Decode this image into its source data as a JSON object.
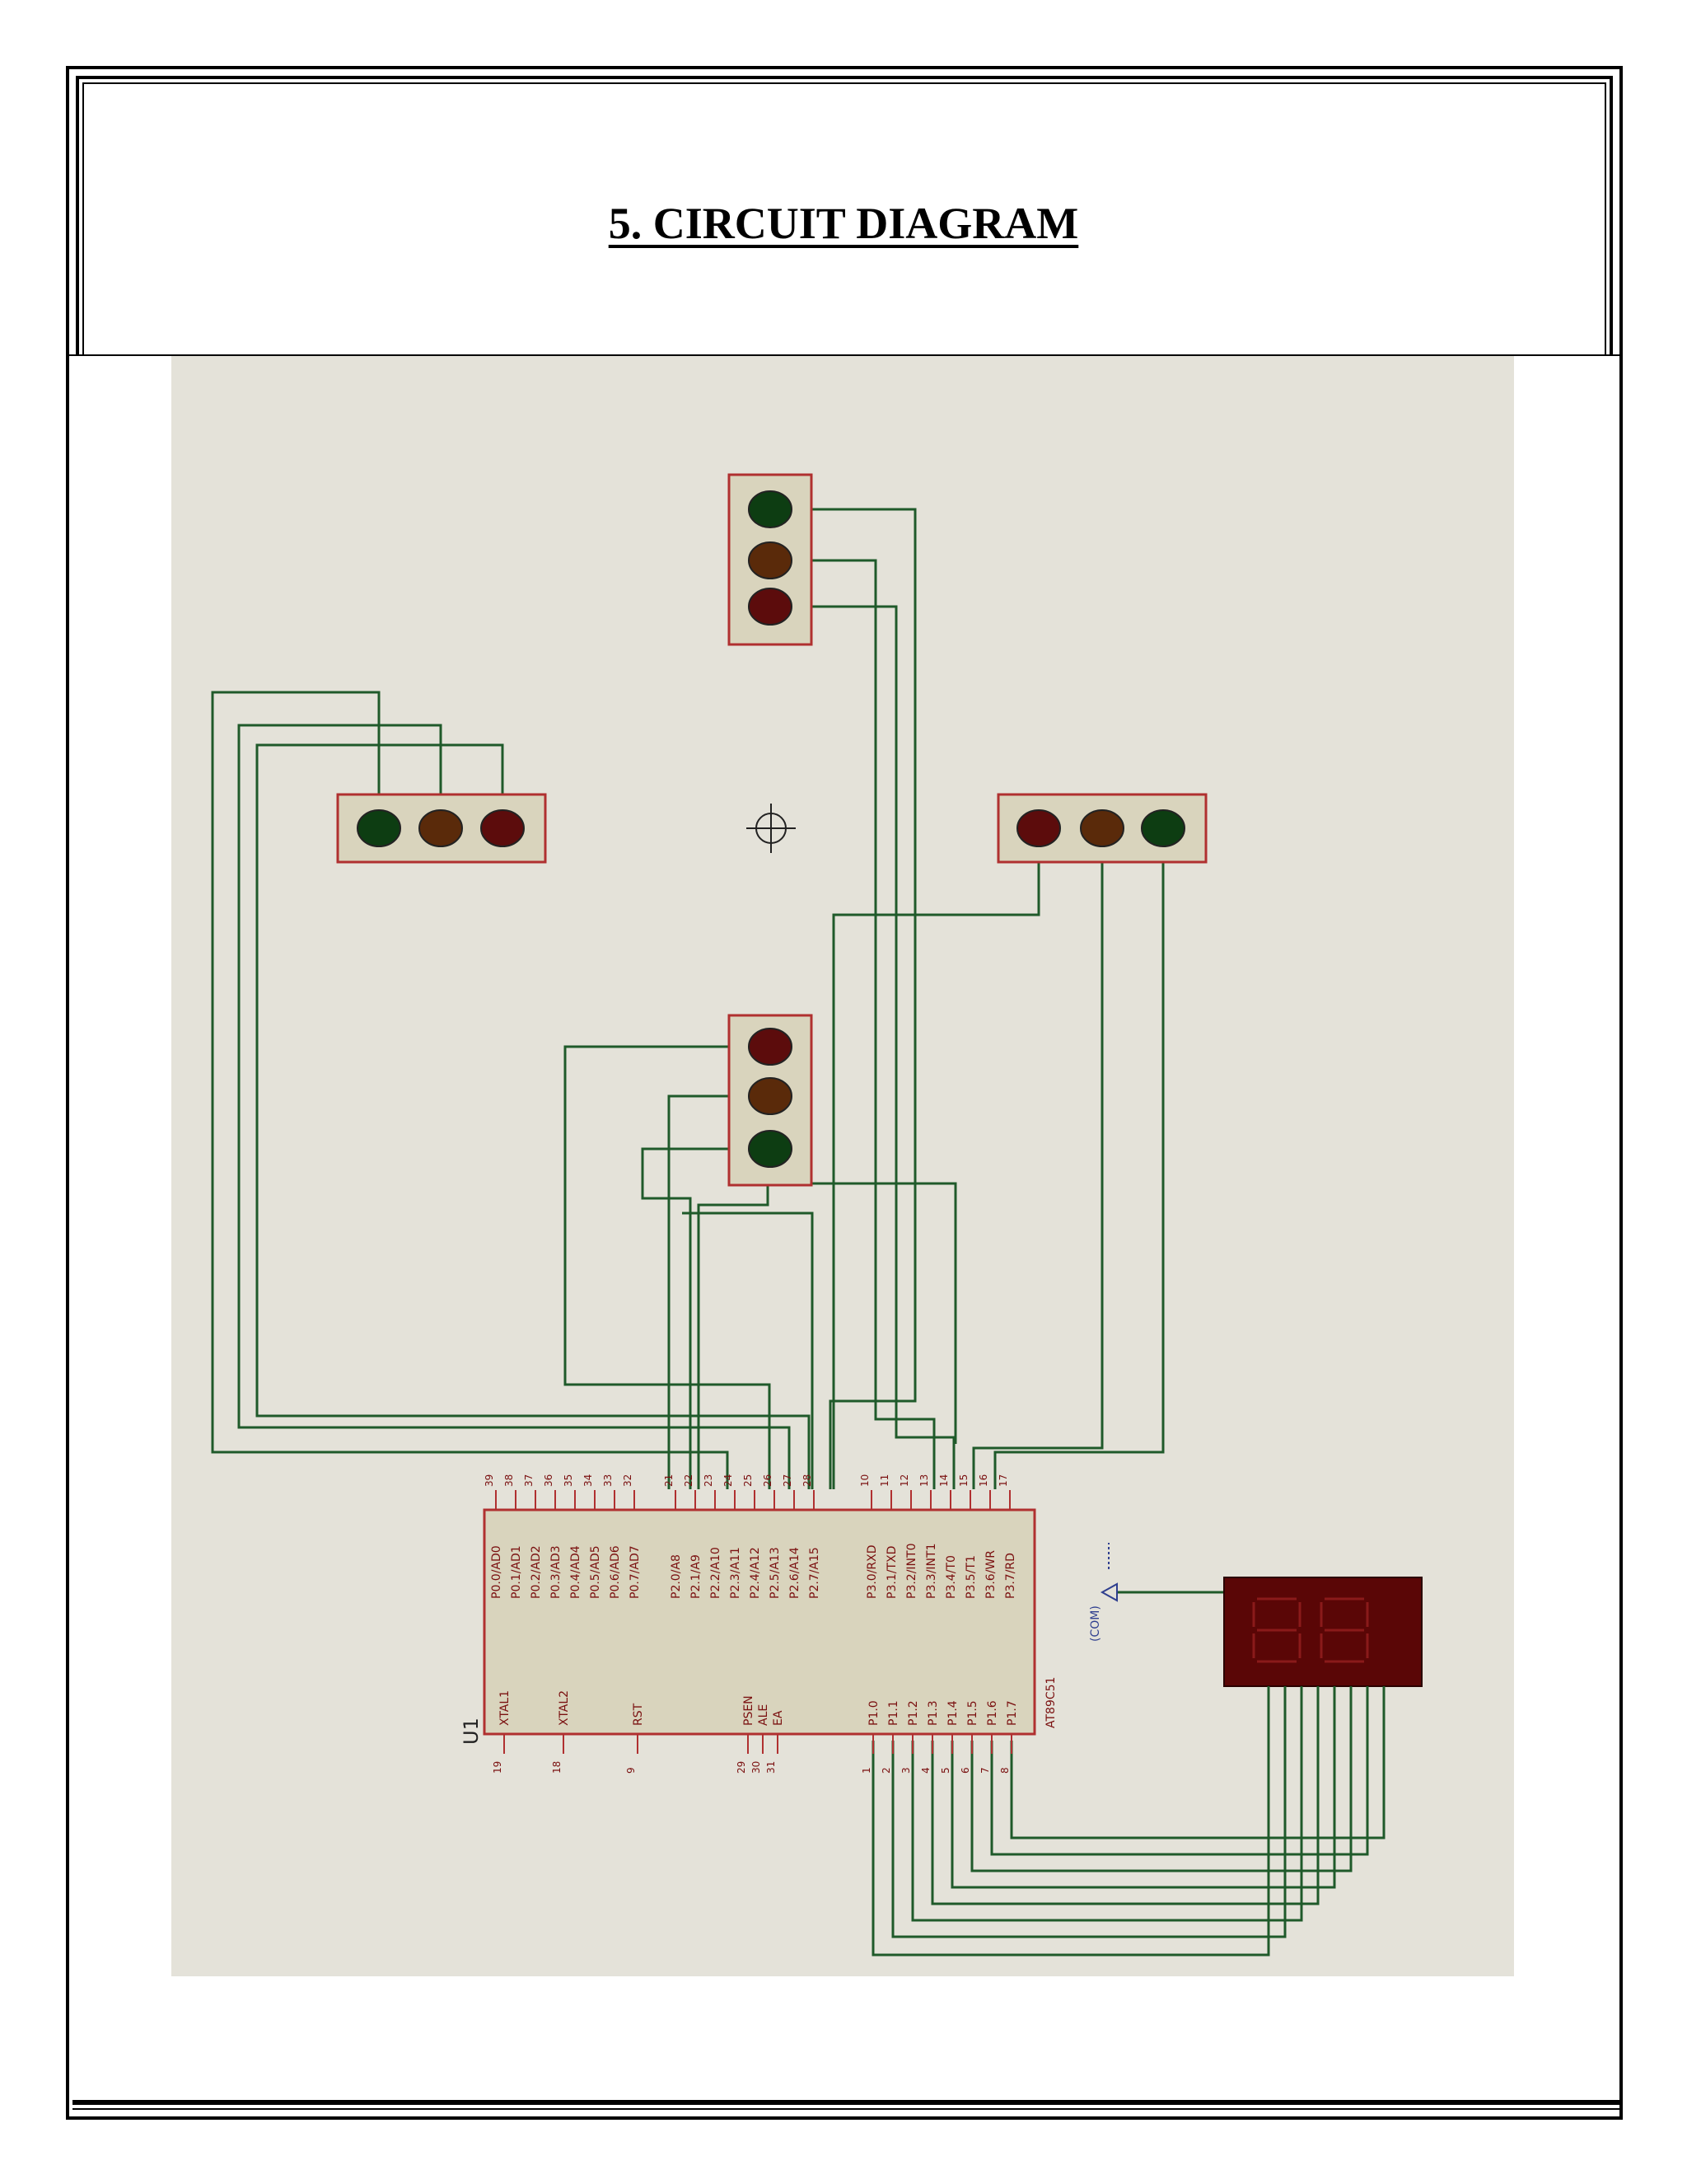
{
  "title": "5. CIRCUIT DIAGRAM",
  "chip": {
    "ref": "U1",
    "part": "AT89C51",
    "left_pins": [
      {
        "num": "19",
        "name": "XTAL1"
      },
      {
        "num": "18",
        "name": "XTAL2"
      },
      {
        "num": "9",
        "name": "RST"
      },
      {
        "num": "29",
        "name": "PSEN"
      },
      {
        "num": "30",
        "name": "ALE"
      },
      {
        "num": "31",
        "name": "EA"
      }
    ],
    "port1_pins": [
      {
        "num": "1",
        "name": "P1.0"
      },
      {
        "num": "2",
        "name": "P1.1"
      },
      {
        "num": "3",
        "name": "P1.2"
      },
      {
        "num": "4",
        "name": "P1.3"
      },
      {
        "num": "5",
        "name": "P1.4"
      },
      {
        "num": "6",
        "name": "P1.5"
      },
      {
        "num": "7",
        "name": "P1.6"
      },
      {
        "num": "8",
        "name": "P1.7"
      }
    ],
    "port0_pins": [
      {
        "num": "39",
        "name": "P0.0/AD0"
      },
      {
        "num": "38",
        "name": "P0.1/AD1"
      },
      {
        "num": "37",
        "name": "P0.2/AD2"
      },
      {
        "num": "36",
        "name": "P0.3/AD3"
      },
      {
        "num": "35",
        "name": "P0.4/AD4"
      },
      {
        "num": "34",
        "name": "P0.5/AD5"
      },
      {
        "num": "33",
        "name": "P0.6/AD6"
      },
      {
        "num": "32",
        "name": "P0.7/AD7"
      }
    ],
    "port2_pins": [
      {
        "num": "21",
        "name": "P2.0/A8"
      },
      {
        "num": "22",
        "name": "P2.1/A9"
      },
      {
        "num": "23",
        "name": "P2.2/A10"
      },
      {
        "num": "24",
        "name": "P2.3/A11"
      },
      {
        "num": "25",
        "name": "P2.4/A12"
      },
      {
        "num": "26",
        "name": "P2.5/A13"
      },
      {
        "num": "27",
        "name": "P2.6/A14"
      },
      {
        "num": "28",
        "name": "P2.7/A15"
      }
    ],
    "port3_pins": [
      {
        "num": "10",
        "name": "P3.0/RXD"
      },
      {
        "num": "11",
        "name": "P3.1/TXD"
      },
      {
        "num": "12",
        "name": "P3.2/INT0"
      },
      {
        "num": "13",
        "name": "P3.3/INT1"
      },
      {
        "num": "14",
        "name": "P3.4/T0"
      },
      {
        "num": "15",
        "name": "P3.5/T1"
      },
      {
        "num": "16",
        "name": "P3.6/WR"
      },
      {
        "num": "17",
        "name": "P3.7/RD"
      }
    ]
  },
  "display": {
    "com_label": "(COM)"
  },
  "colors": {
    "background": "#e4e2d9",
    "wire": "#1f5a2a",
    "component_fill": "#d9d4bd",
    "component_border": "#b03030",
    "led_red": "#5c0c0c",
    "led_amber": "#5a2a0a",
    "led_green": "#0d3d12",
    "display_body": "#5a0606"
  }
}
